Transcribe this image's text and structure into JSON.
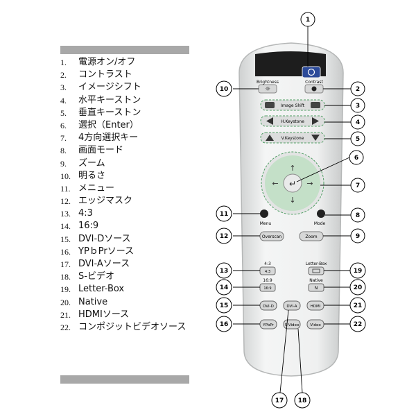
{
  "legend": [
    {
      "num": "1.",
      "text": "電源オン/オフ"
    },
    {
      "num": "2.",
      "text": "コントラスト"
    },
    {
      "num": "3.",
      "text": "イメージシフト"
    },
    {
      "num": "4.",
      "text": "水平キーストン"
    },
    {
      "num": "5.",
      "text": "垂直キーストン"
    },
    {
      "num": "6.",
      "text": "選択（Enter）"
    },
    {
      "num": "7.",
      "text": "4方向選択キー"
    },
    {
      "num": "8.",
      "text": "画面モード"
    },
    {
      "num": "9.",
      "text": "ズーム"
    },
    {
      "num": "10.",
      "text": "明るさ"
    },
    {
      "num": "11.",
      "text": "メニュー"
    },
    {
      "num": "12.",
      "text": "エッジマスク"
    },
    {
      "num": "13.",
      "text": "4:3"
    },
    {
      "num": "14.",
      "text": "16:9"
    },
    {
      "num": "15.",
      "text": "DVI-Dソース"
    },
    {
      "num": "16.",
      "text": "YPｂPrソース"
    },
    {
      "num": "17.",
      "text": "DVI-Aソース"
    },
    {
      "num": "18.",
      "text": "S-ビデオ"
    },
    {
      "num": "19.",
      "text": "Letter-Box"
    },
    {
      "num": "20.",
      "text": "Native"
    },
    {
      "num": "21.",
      "text": "HDMIソース"
    },
    {
      "num": "22.",
      "text": "コンポジットビデオソース"
    }
  ],
  "remote": {
    "labels": {
      "brightness": "Brightness",
      "contrast": "Contrast",
      "image_shift": "Image Shift",
      "h_keystone": "H.Keystone",
      "v_keystone": "V.Keystone",
      "menu": "Menu",
      "mode": "Mode",
      "overscan": "Overscan",
      "zoom": "Zoom",
      "aspect_43": "4:3",
      "aspect_169": "16:9",
      "letterbox": "Letter-Box",
      "native": "Native",
      "dvi_d": "DVI-D",
      "dvi_a": "DVI-A",
      "hdmi": "HDMI",
      "ypbpr": "YPbPr",
      "s_video": "S-Video",
      "video": "Video",
      "key_43": "4:3",
      "key_169": "16:9",
      "key_native": "N"
    },
    "callouts": [
      "1",
      "2",
      "3",
      "4",
      "5",
      "6",
      "7",
      "8",
      "9",
      "10",
      "11",
      "12",
      "13",
      "14",
      "15",
      "16",
      "17",
      "18",
      "19",
      "20",
      "21",
      "22"
    ]
  },
  "colors": {
    "body": "#e9eaea",
    "shell_edge": "#b5b7b7",
    "key": "#d7d8d8",
    "nav_ring": "#c4e0c8",
    "callout_fill": "#ffffff",
    "bar": "#a8a8a8"
  }
}
